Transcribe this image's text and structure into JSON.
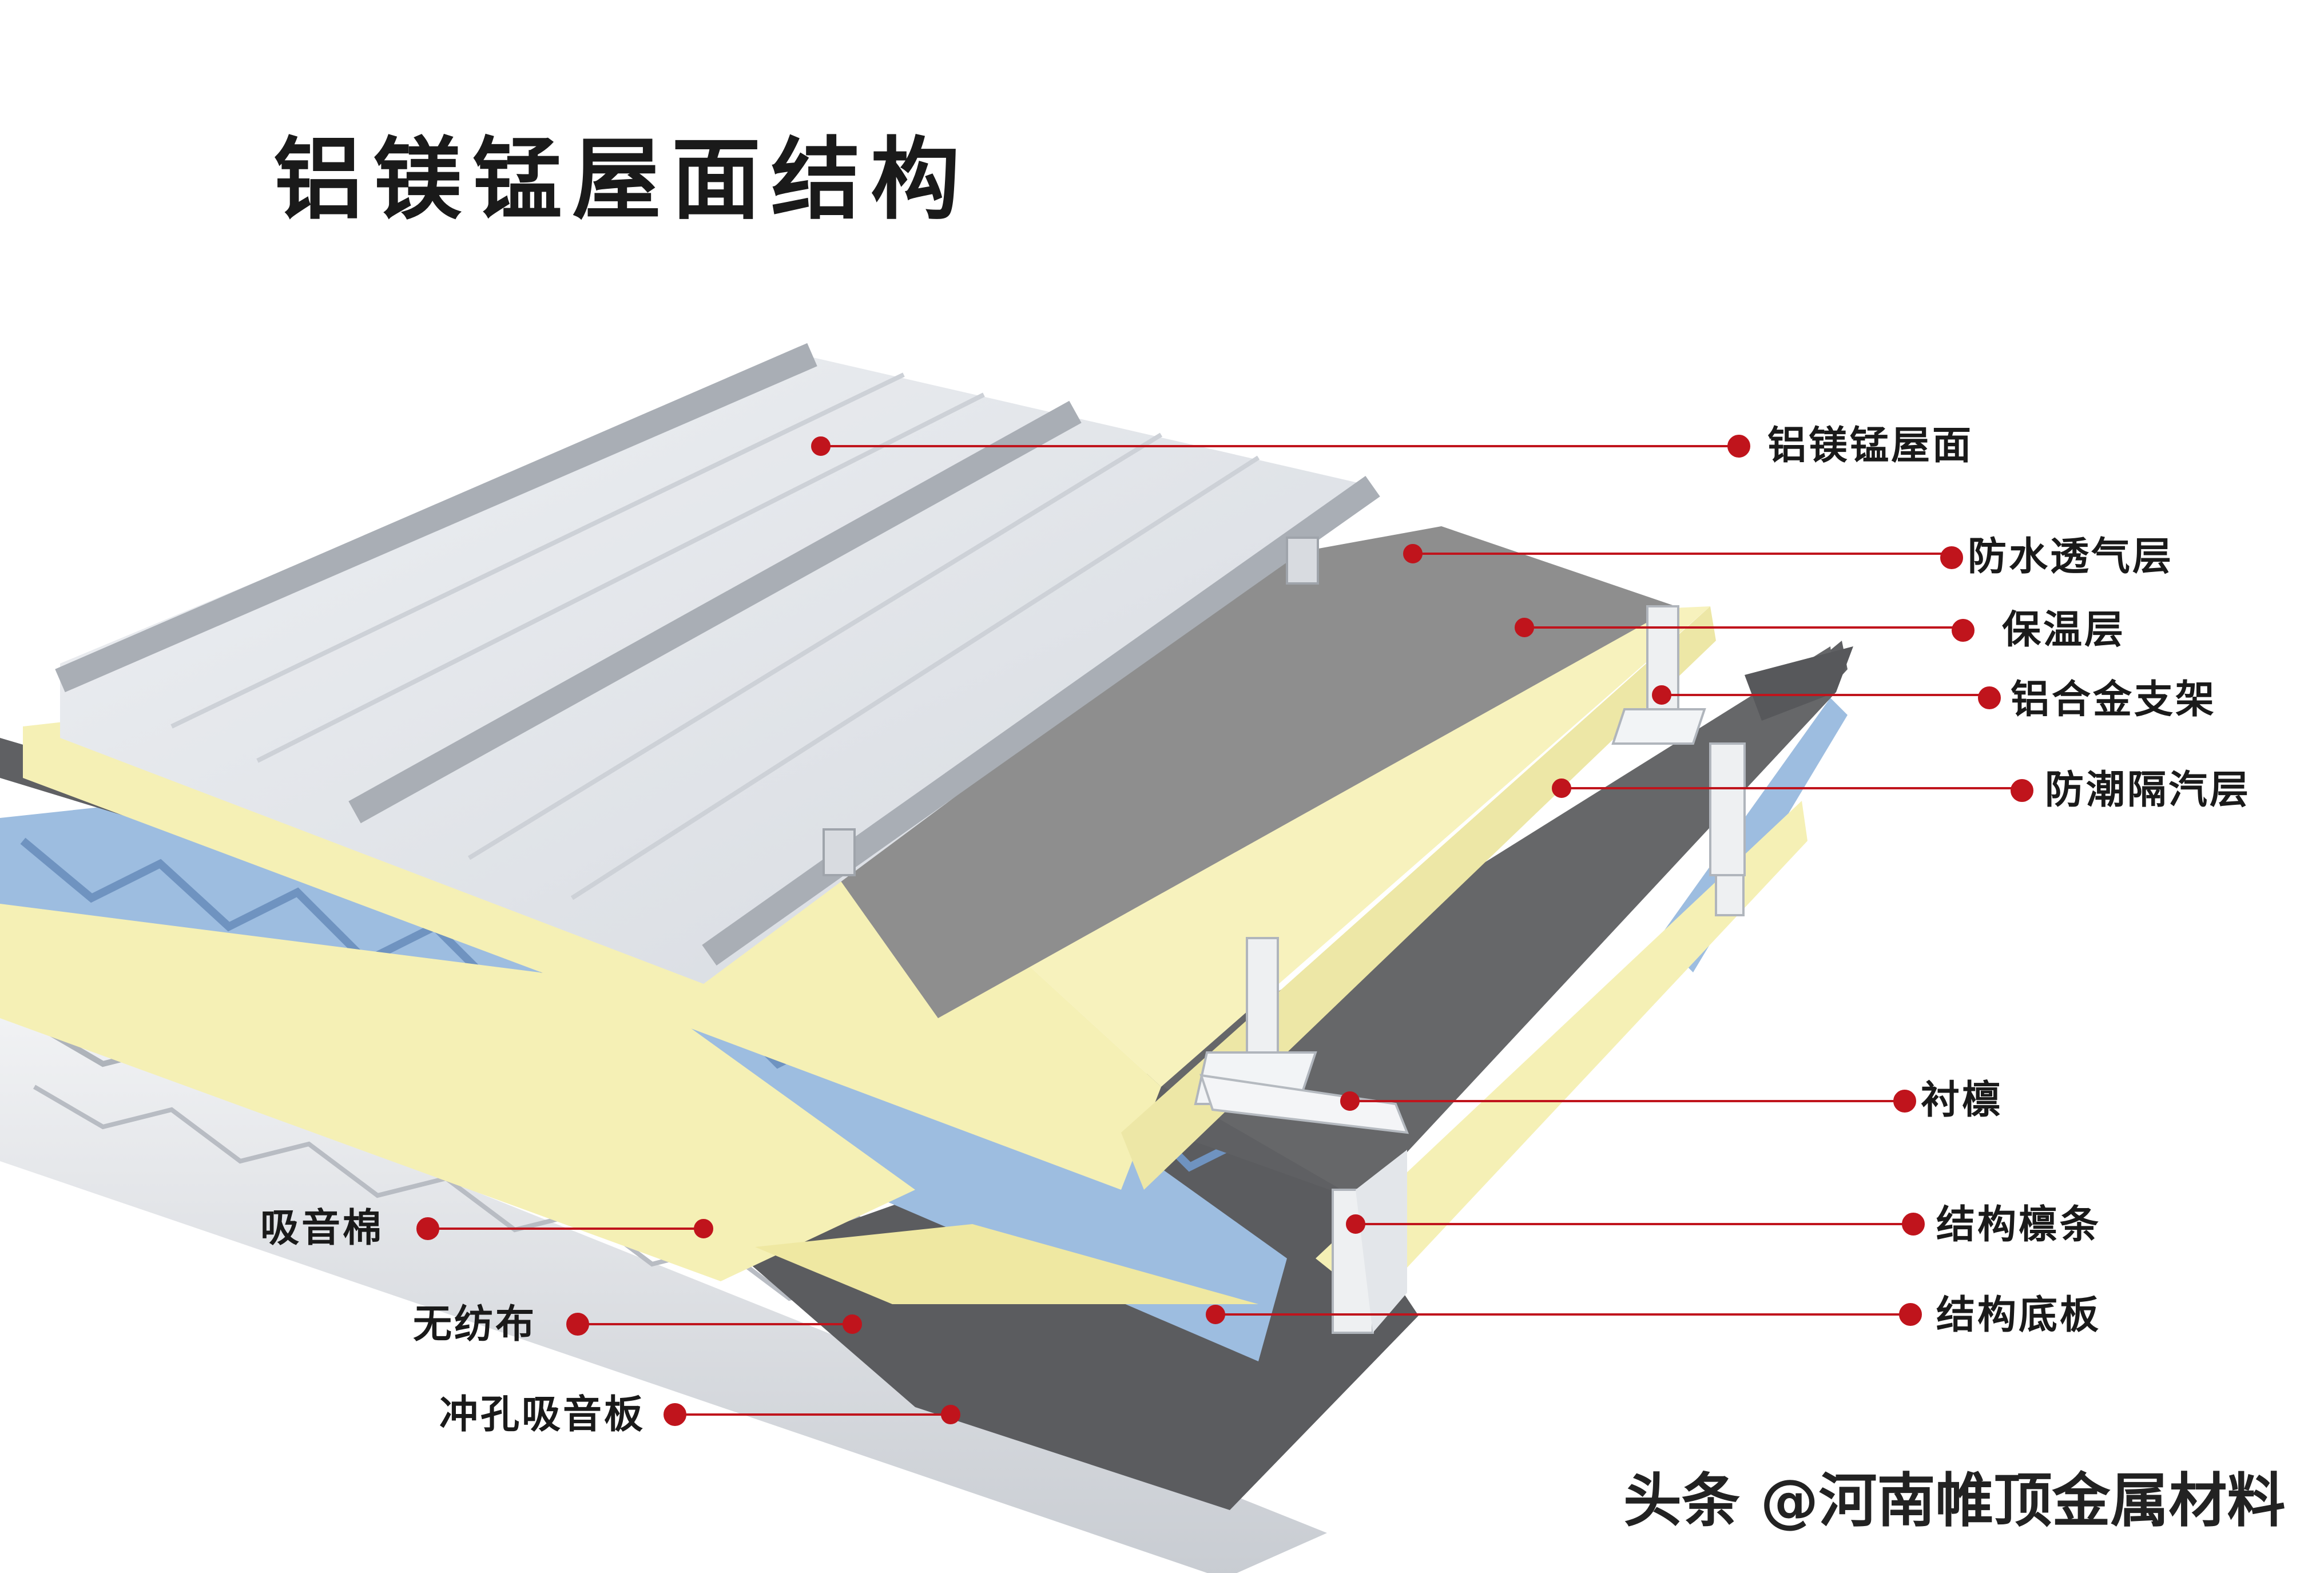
{
  "title": "铝镁锰屋面结构",
  "labels": {
    "roof_panel": "铝镁锰屋面",
    "waterproof_breathable": "防水透气层",
    "insulation": "保温层",
    "aluminum_bracket": "铝合金支架",
    "vapor_barrier": "防潮隔汽层",
    "sub_purlin": "衬檩",
    "structural_purlin": "结构檩条",
    "structural_base_plate": "结构底板",
    "sound_absorbing_cotton": "吸音棉",
    "non_woven_fabric": "无纺布",
    "perforated_sound_panel": "冲孔吸音板"
  },
  "watermark": "头条 @河南帷顶金属材料",
  "colors": {
    "roof": "#e3e6ea",
    "rib": "#c9cdd3",
    "waterproof": "#8e8e8e",
    "insulation": "#f5f0b5",
    "vapor": "#5f6063",
    "base_plate": "#9dbde0",
    "bracket": "#eef0f2",
    "leader": "#c0141c"
  },
  "icons": {
    "leader_marker": "red-dot"
  }
}
